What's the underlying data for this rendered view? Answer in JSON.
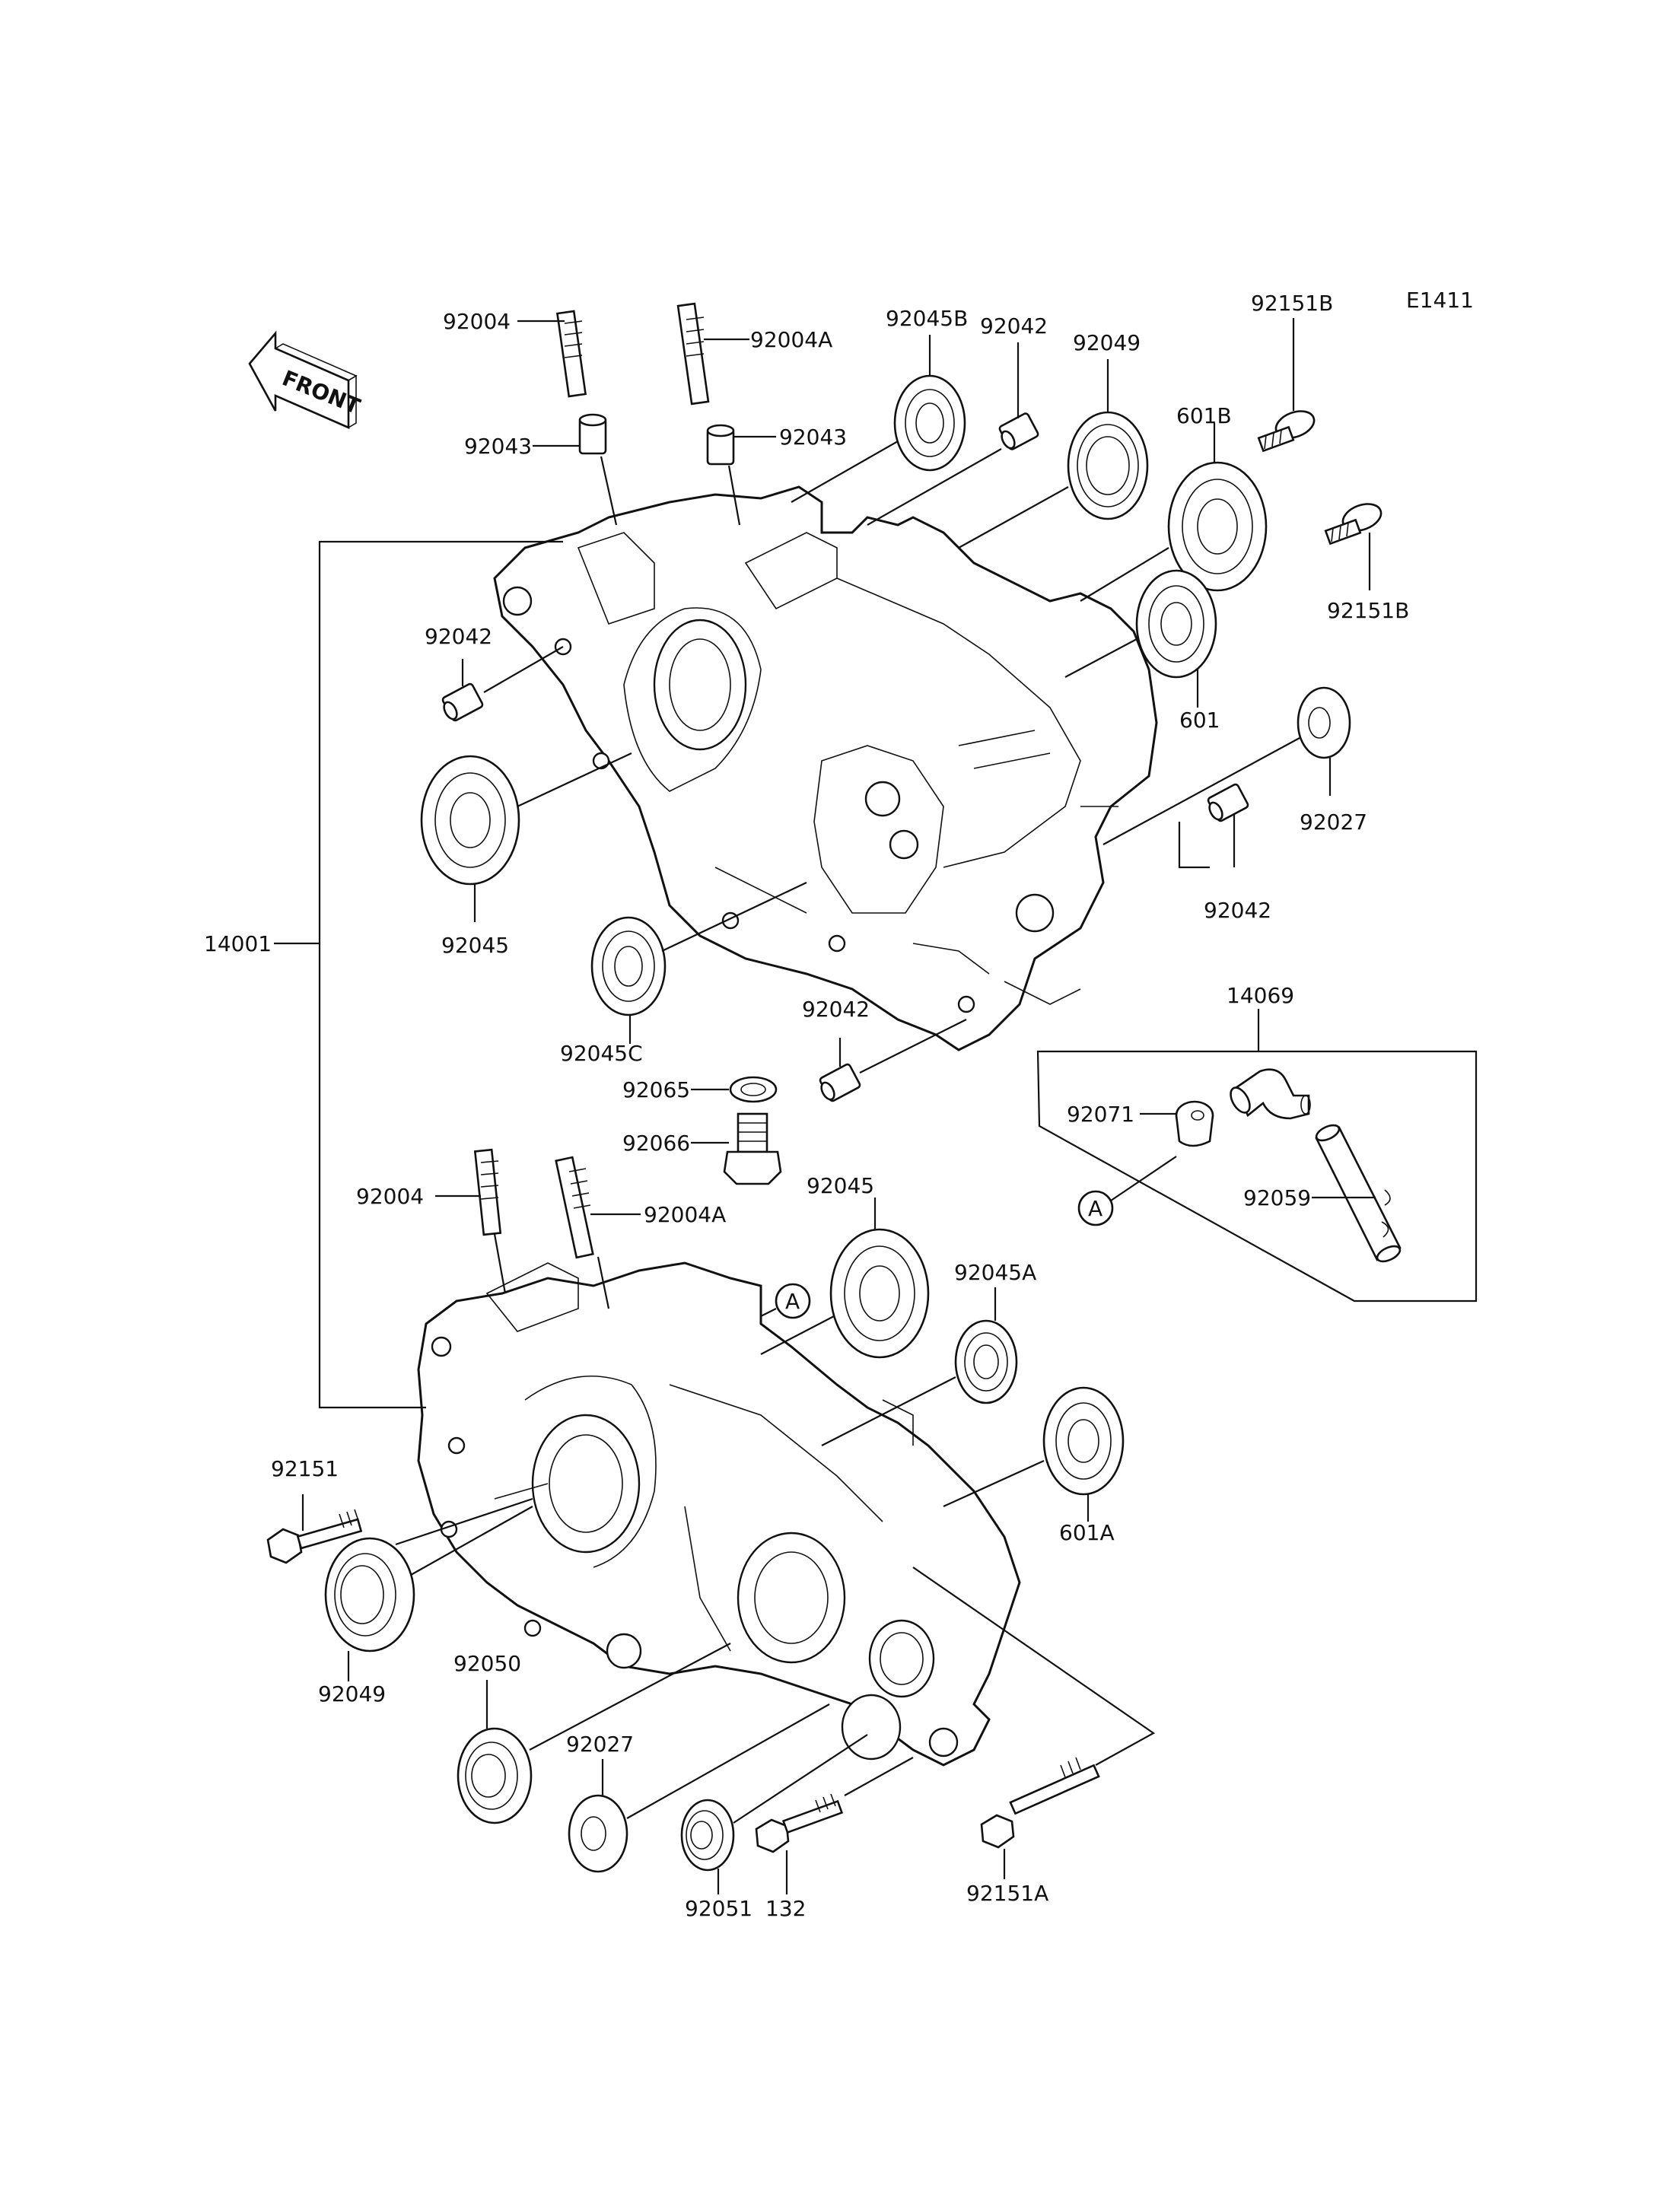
{
  "diagram_code": "E1411",
  "front_label": "FRONT",
  "ref_marker": "A",
  "labels": {
    "l_92004_top": "92004",
    "l_92004A_top": "92004A",
    "l_92043_left": "92043",
    "l_92043_right": "92043",
    "l_92045B": "92045B",
    "l_92042_top": "92042",
    "l_92049_top": "92049",
    "l_92151B_top": "92151B",
    "l_601B": "601B",
    "l_92151B_right": "92151B",
    "l_92042_left": "92042",
    "l_601": "601",
    "l_92027_top": "92027",
    "l_92045_top": "92045",
    "l_92042_mid": "92042",
    "l_14001": "14001",
    "l_92045C": "92045C",
    "l_92042_lower": "92042",
    "l_14069": "14069",
    "l_92065": "92065",
    "l_92066": "92066",
    "l_92071": "92071",
    "l_92059": "92059",
    "l_92004_bot": "92004",
    "l_92004A_bot": "92004A",
    "l_92045_bot": "92045",
    "l_92045A": "92045A",
    "l_92151": "92151",
    "l_601A": "601A",
    "l_92049_bot": "92049",
    "l_92050": "92050",
    "l_92027_bot": "92027",
    "l_92051": "92051",
    "l_132": "132",
    "l_92151A": "92151A"
  }
}
